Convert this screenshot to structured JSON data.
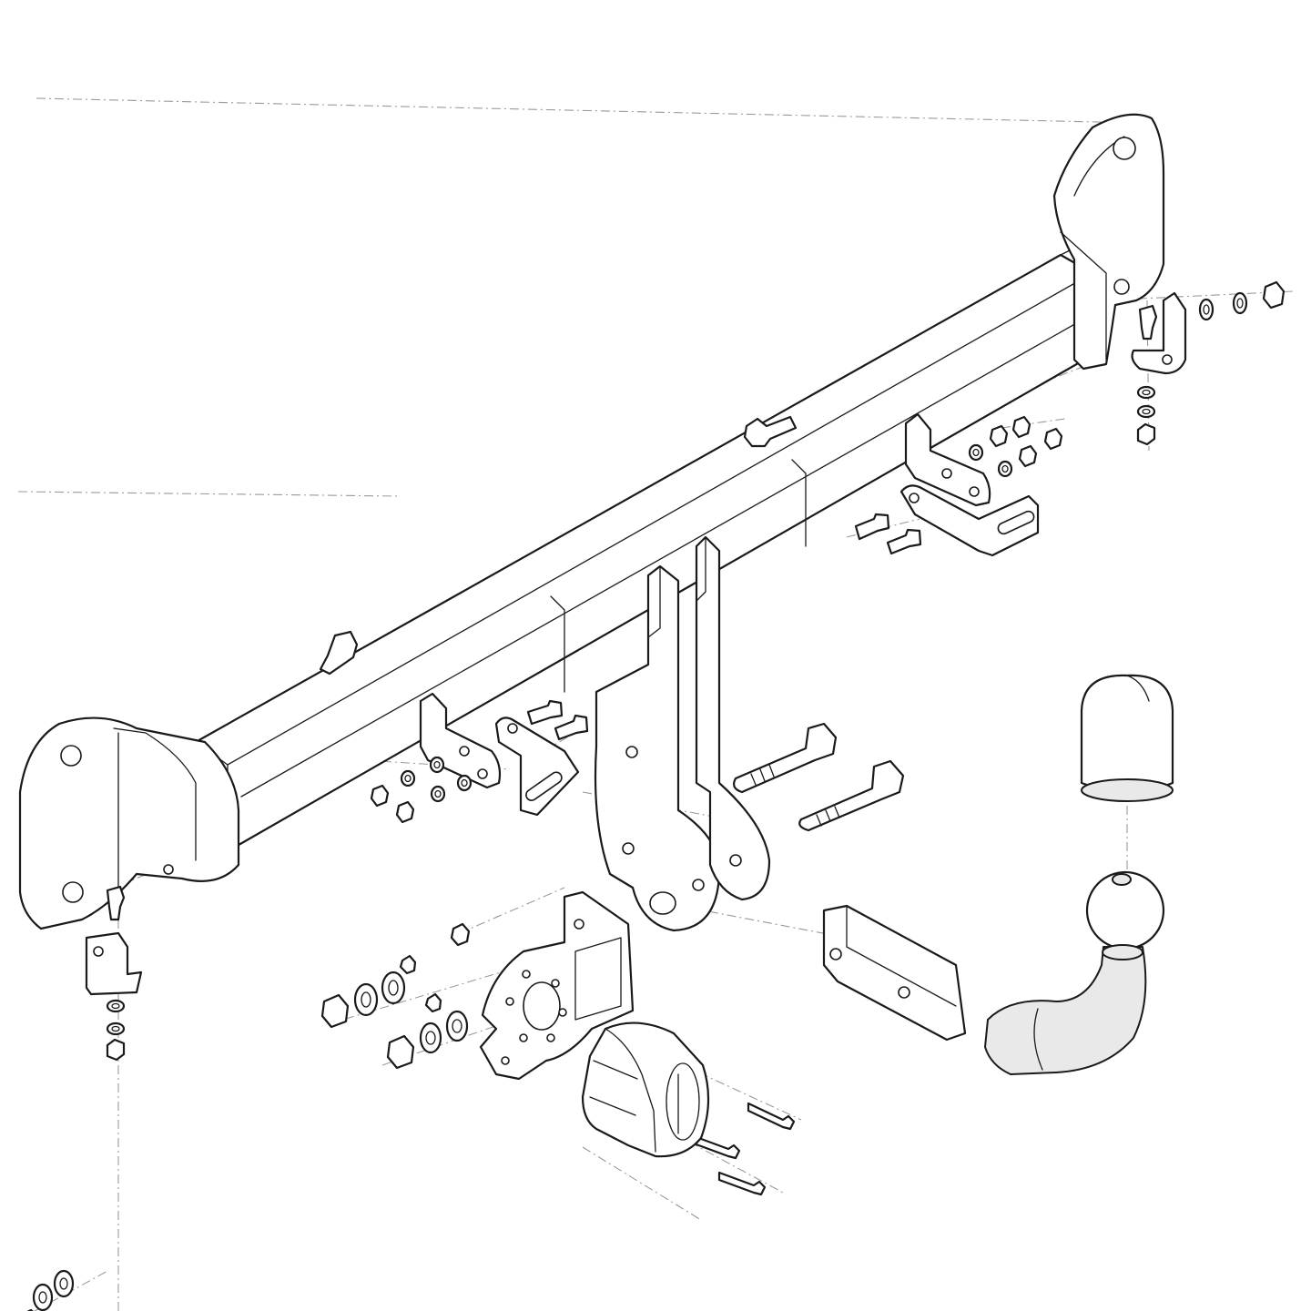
{
  "diagram": {
    "colors": {
      "line": "#1a1a1a",
      "fill": "#ffffff",
      "shade": "#e9e9e9",
      "centerline": "#9a9a9a",
      "background": "#ffffff"
    },
    "parts": [
      "crossbar",
      "left-mounting-plate",
      "right-mounting-plate",
      "center-mounting-brackets",
      "detachable-ball-neck",
      "tow-ball-cover",
      "socket-plate",
      "electrical-socket",
      "bolts",
      "nuts",
      "washers",
      "l-brackets"
    ]
  }
}
